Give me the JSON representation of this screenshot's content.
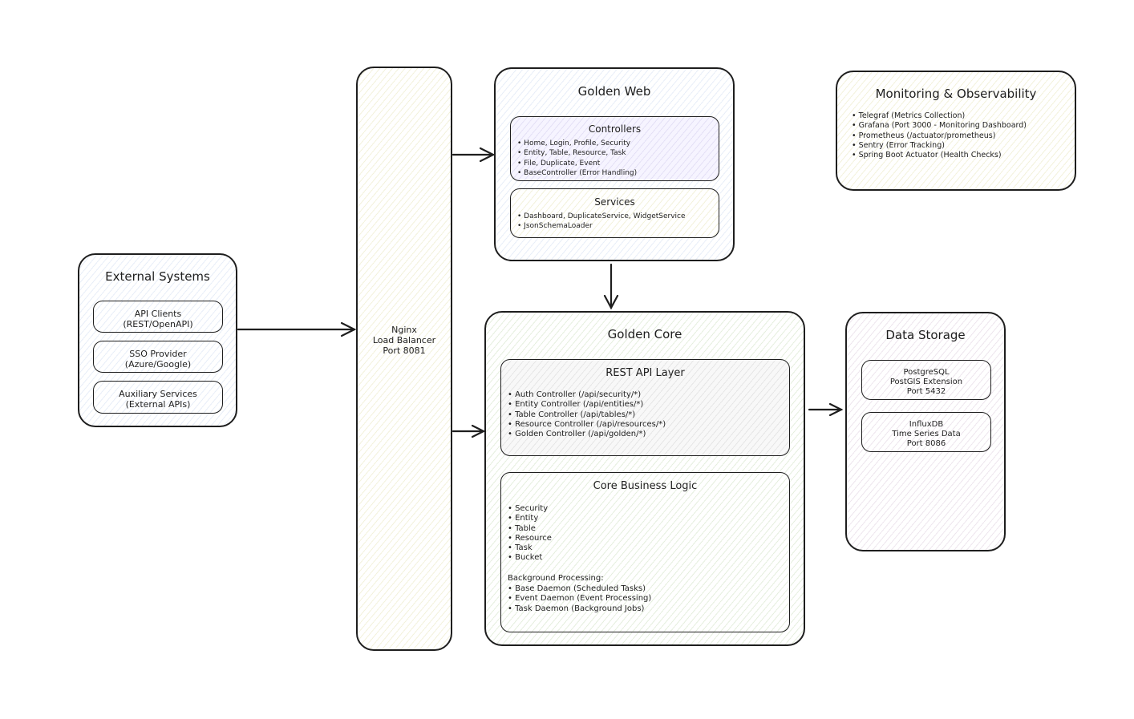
{
  "external": {
    "title": "External Systems",
    "items": [
      "API Clients\n(REST/OpenAPI)",
      "SSO Provider\n(Azure/Google)",
      "Auxiliary Services\n(External APIs)"
    ]
  },
  "nginx": {
    "label": "Nginx\nLoad Balancer\nPort 8081"
  },
  "golden_web": {
    "title": "Golden Web",
    "controllers": {
      "title": "Controllers",
      "items": [
        "Home, Login, Profile, Security",
        "Entity, Table, Resource, Task",
        "File, Duplicate, Event",
        "BaseController (Error Handling)"
      ]
    },
    "services": {
      "title": "Services",
      "items": [
        "Dashboard, DuplicateService, WidgetService",
        "JsonSchemaLoader"
      ]
    }
  },
  "golden_core": {
    "title": "Golden Core",
    "rest_api": {
      "title": "REST API Layer",
      "items": [
        "Auth Controller (/api/security/*)",
        "Entity Controller (/api/entities/*)",
        "Table Controller (/api/tables/*)",
        "Resource Controller (/api/resources/*)",
        "Golden Controller (/api/golden/*)"
      ]
    },
    "business_logic": {
      "title": "Core Business Logic",
      "items": [
        "Security",
        "Entity",
        "Table",
        "Resource",
        "Task",
        "Bucket"
      ],
      "background_title": "Background Processing:",
      "background_items": [
        "Base Daemon (Scheduled Tasks)",
        "Event Daemon (Event Processing)",
        "Task Daemon (Background Jobs)"
      ]
    }
  },
  "data_storage": {
    "title": "Data Storage",
    "items": [
      "PostgreSQL\nPostGIS Extension\nPort 5432",
      "InfluxDB\nTime Series Data\nPort 8086"
    ]
  },
  "monitoring": {
    "title": "Monitoring & Observability",
    "items": [
      "Telegraf (Metrics Collection)",
      "Grafana (Port 3000 - Monitoring Dashboard)",
      "Prometheus (/actuator/prometheus)",
      "Sentry (Error Tracking)",
      "Spring Boot Actuator (Health Checks)"
    ]
  },
  "colors": {
    "stroke": "#1e1e1e",
    "hatch_blue": "#e8eef8",
    "hatch_yellow": "#f3f2dc",
    "hatch_green": "#e6efdf",
    "hatch_purple": "#e4e0f6"
  }
}
